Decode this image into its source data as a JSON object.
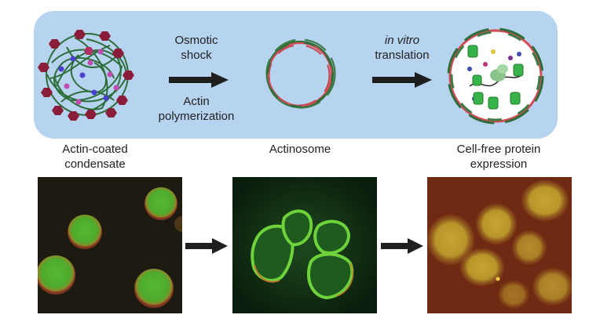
{
  "steps": {
    "step1": {
      "label_line1": "Osmotic",
      "label_line2": "shock",
      "sub_line1": "Actin",
      "sub_line2": "polymerization"
    },
    "step2": {
      "label_italic": "in vitro",
      "label_line2": "translation"
    }
  },
  "captions": {
    "condensate_line1": "Actin-coated",
    "condensate_line2": "condensate",
    "actinosome": "Actinosome",
    "expression_line1": "Cell-free protein",
    "expression_line2": "expression"
  },
  "colors": {
    "panel": "#b6d3f0",
    "actin_green": "#2e6e3a",
    "actin_red": "#d64a55",
    "protein_green": "#37b34a",
    "ribosome": "#8bc48a",
    "crowder": "#8a1e3a",
    "arrow": "#1f1f1f"
  },
  "icons": {
    "arrow": "right-arrow-icon",
    "gfp": "gfp-barrel-icon"
  }
}
